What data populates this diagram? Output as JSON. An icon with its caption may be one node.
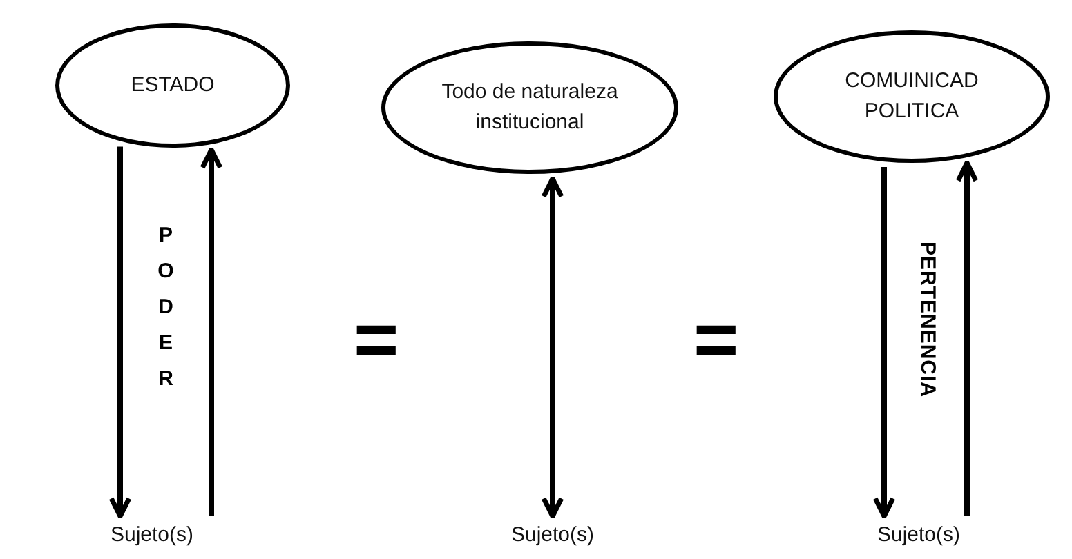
{
  "diagram": {
    "nodes": [
      {
        "text": [
          "ESTADO"
        ]
      },
      {
        "text": [
          "Todo de naturaleza institucional"
        ]
      },
      {
        "text": [
          "COMUINICAD POLITICA"
        ]
      },
      {
        "text": [
          "Sujeto(s)"
        ]
      },
      {
        "text": [
          "Sujeto(s)"
        ]
      },
      {
        "text": [
          "Sujeto(s)"
        ]
      }
    ],
    "edges": [
      {
        "from": 0,
        "to": 3,
        "arrow": "to"
      },
      {
        "from": 3,
        "to": 0,
        "arrow": "to"
      },
      {
        "from": 1,
        "to": 4,
        "arrow": "both"
      },
      {
        "from": 2,
        "to": 5,
        "arrow": "to"
      },
      {
        "from": 5,
        "to": 2,
        "arrow": "to"
      }
    ],
    "labels": [
      "PODER",
      "=",
      "=",
      "PERTENENCIA"
    ]
  }
}
